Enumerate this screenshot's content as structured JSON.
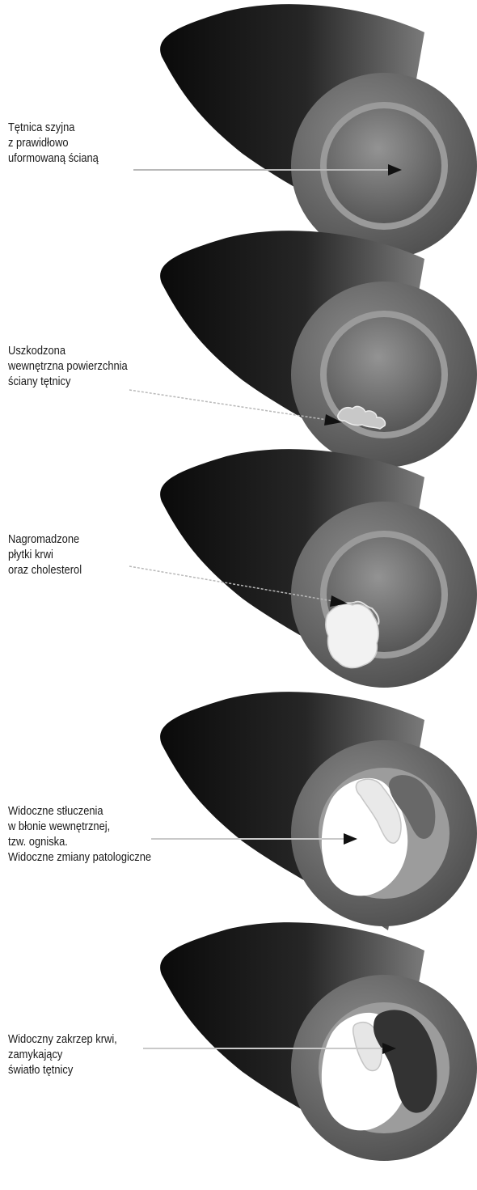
{
  "stages": [
    {
      "name": "normal-wall",
      "lines": [
        "Tętnica szyjna",
        "z prawidłowo",
        "uformowaną ścianą"
      ]
    },
    {
      "name": "damaged-surface",
      "lines": [
        "Uszkodzona",
        "wewnętrzna powierzchnia",
        "ściany tętnicy"
      ]
    },
    {
      "name": "plaque-buildup",
      "lines": [
        "Nagromadzone",
        "płytki krwi",
        "oraz cholesterol"
      ]
    },
    {
      "name": "lesions",
      "lines": [
        "Widoczne stłuczenia",
        "w błonie wewnętrznej,",
        "tzw. ogniska.",
        "Widoczne zmiany patologiczne"
      ]
    },
    {
      "name": "blood-clot",
      "lines": [
        "Widoczny zakrzep krwi,",
        "zamykający",
        "światło tętnicy"
      ]
    }
  ],
  "colors": {
    "tube_dark": "#0d0d0d",
    "tube_light": "#7a7a7a",
    "ring_outer": "#6c6c6c",
    "ring_rim": "#9a9a9a",
    "lumen_dark": "#5a5a5a",
    "lumen_light": "#8e8e8e",
    "plaque": "#f4f4f4",
    "clot": "#383838",
    "pointer": "#b8b8b8",
    "arrowhead": "#111111"
  }
}
